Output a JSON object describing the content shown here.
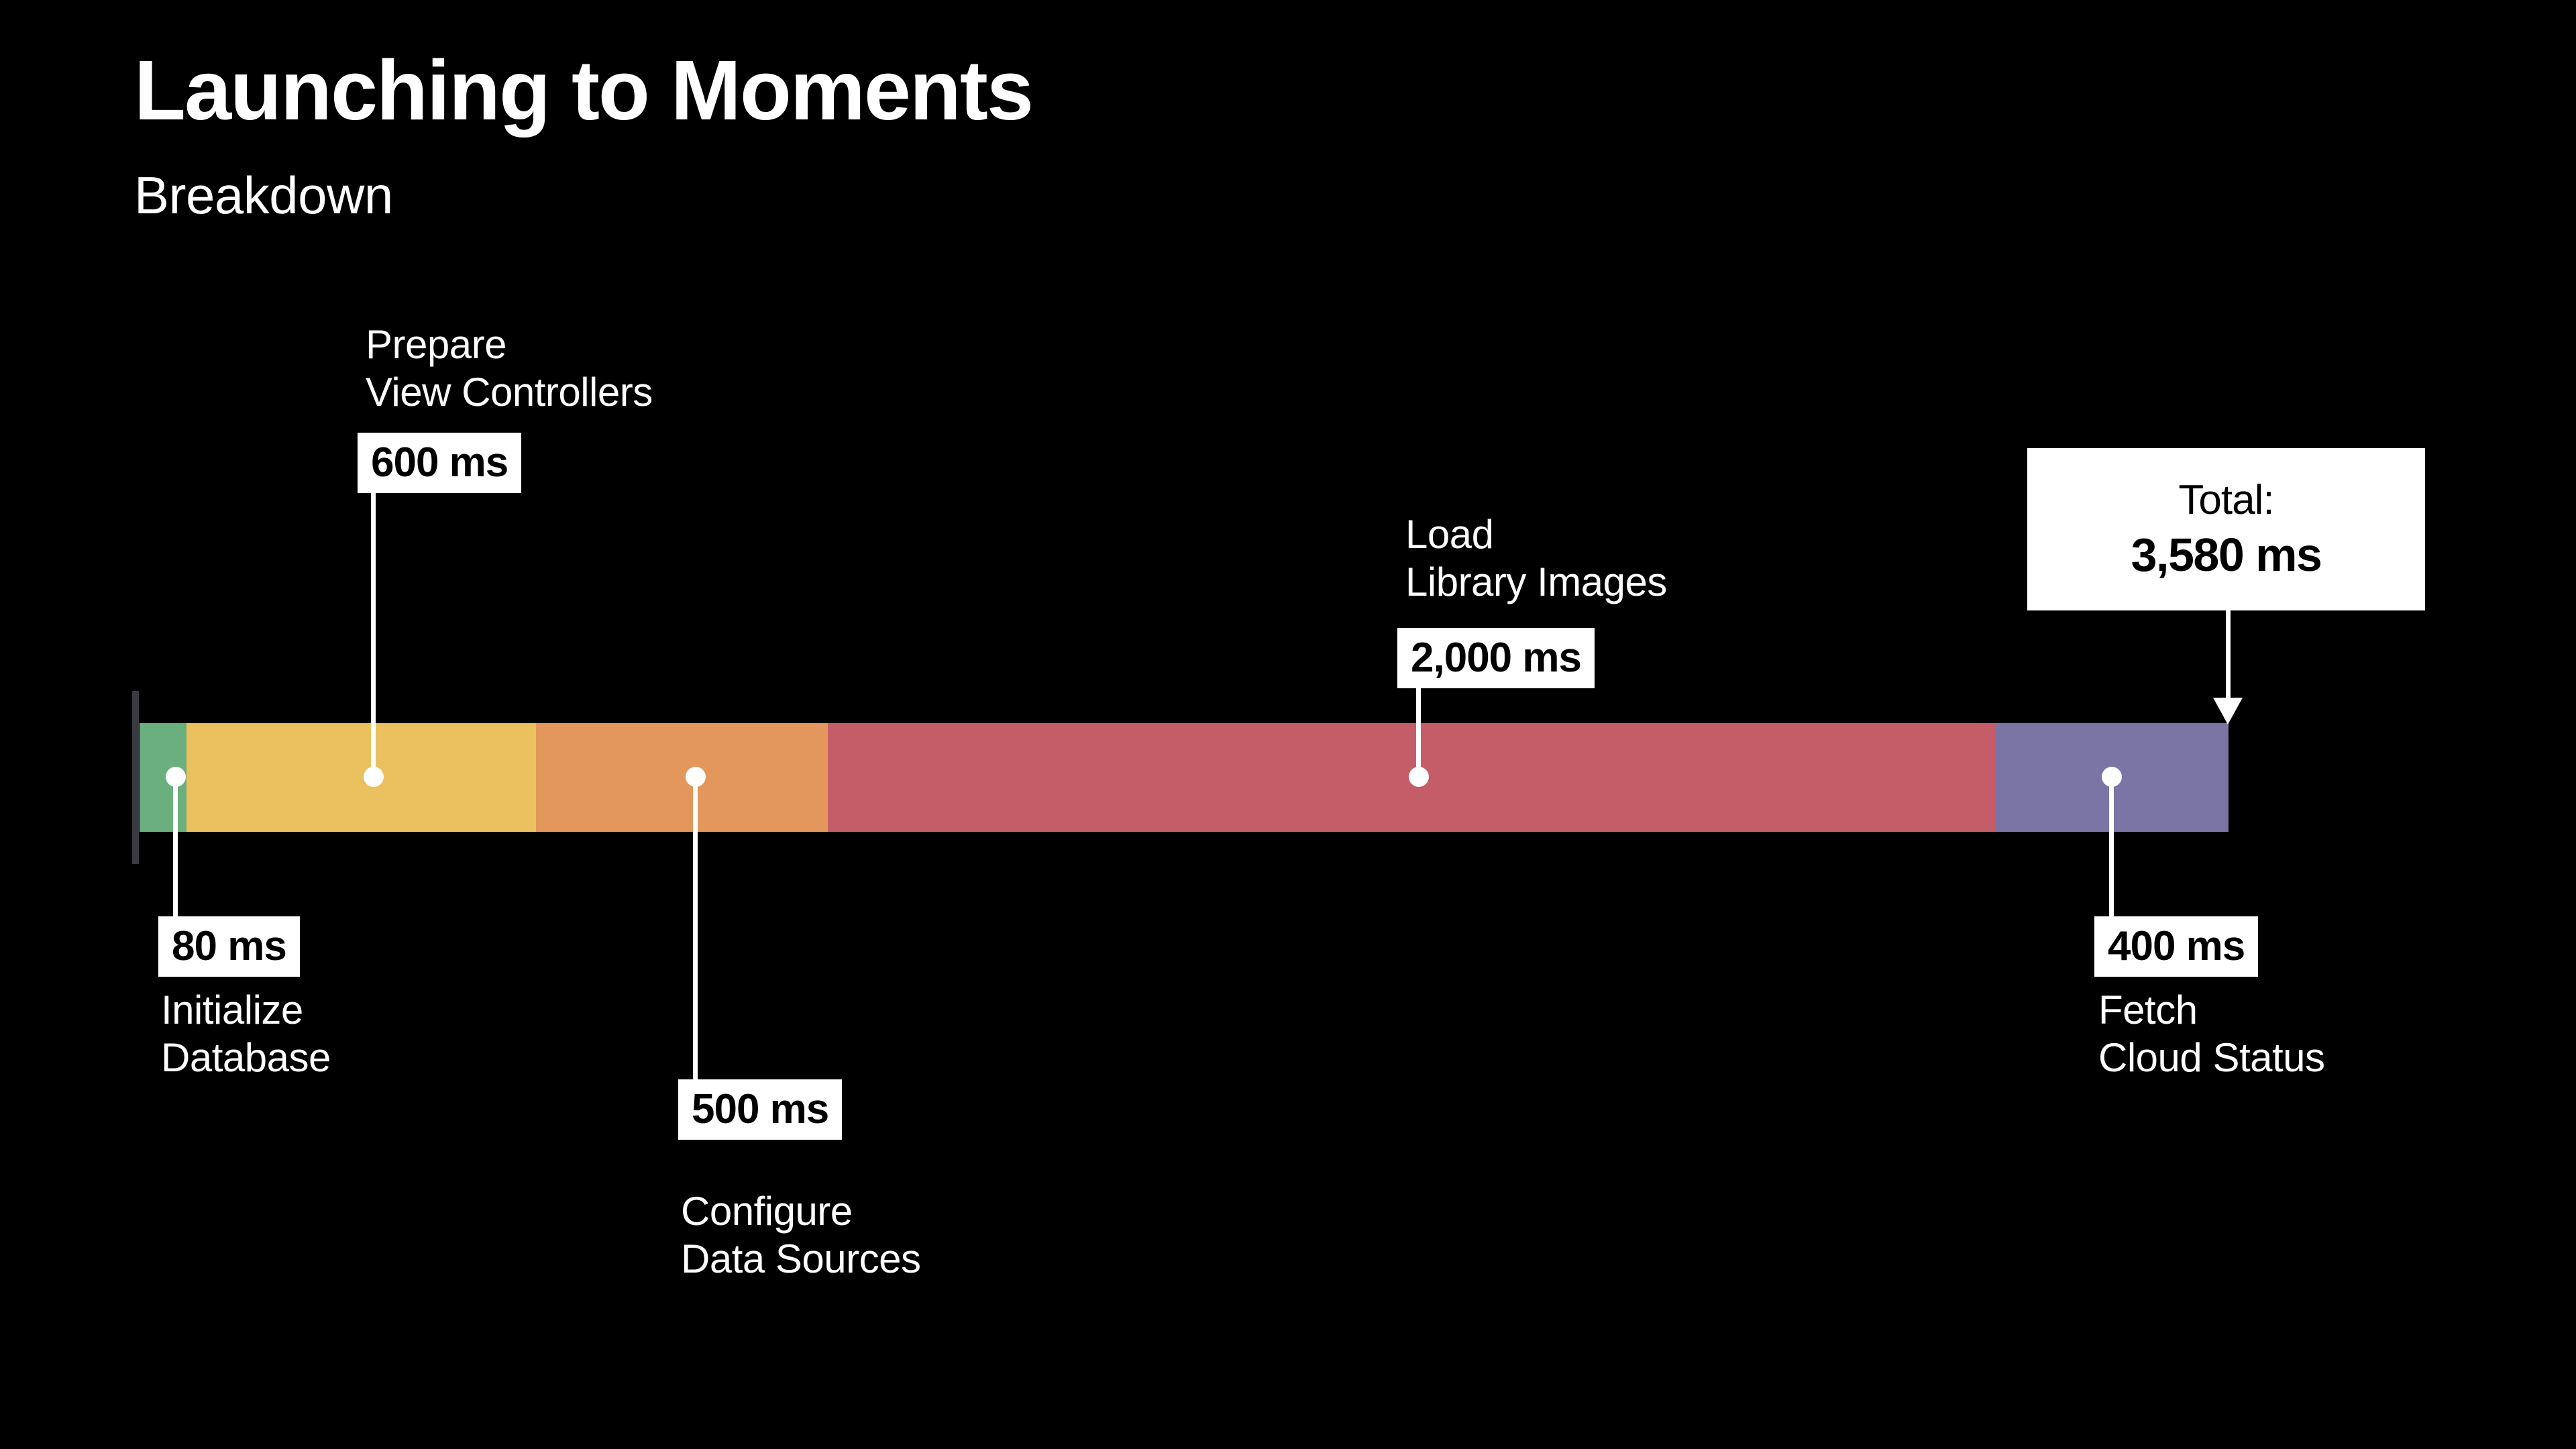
{
  "header": {
    "title": "Launching to Moments",
    "subtitle": "Breakdown"
  },
  "total": {
    "label": "Total:",
    "value": "3,580 ms"
  },
  "chart_data": {
    "type": "bar",
    "orientation": "horizontal-stacked",
    "title": "Launching to Moments",
    "subtitle": "Breakdown",
    "unit": "ms",
    "xlabel": "",
    "ylabel": "",
    "total_label": "Total:",
    "total_value": 3580,
    "total_value_text": "3,580 ms",
    "xlim": [
      0,
      3580
    ],
    "grid": false,
    "legend": "none",
    "categories": [
      "Initialize Database",
      "Prepare View Controllers",
      "Configure Data Sources",
      "Load Library Images",
      "Fetch Cloud Status"
    ],
    "values": [
      80,
      600,
      500,
      2000,
      400
    ],
    "value_labels": [
      "80 ms",
      "600 ms",
      "500 ms",
      "2,000 ms",
      "400 ms"
    ],
    "colors": [
      "#6BAF7E",
      "#EBC05E",
      "#E3975C",
      "#C55D68",
      "#7B75A6"
    ],
    "segments": [
      {
        "name": "Initialize Database",
        "caption_line1": "Initialize",
        "caption_line2": "Database",
        "value": 80,
        "value_label": "80 ms",
        "color": "#6BAF7E",
        "callout_side": "below"
      },
      {
        "name": "Prepare View Controllers",
        "caption_line1": "Prepare",
        "caption_line2": "View Controllers",
        "value": 600,
        "value_label": "600 ms",
        "color": "#EBC05E",
        "callout_side": "above"
      },
      {
        "name": "Configure Data Sources",
        "caption_line1": "Configure",
        "caption_line2": "Data Sources",
        "value": 500,
        "value_label": "500 ms",
        "color": "#E3975C",
        "callout_side": "below"
      },
      {
        "name": "Load Library Images",
        "caption_line1": "Load",
        "caption_line2": "Library Images",
        "value": 2000,
        "value_label": "2,000 ms",
        "color": "#C55D68",
        "callout_side": "above"
      },
      {
        "name": "Fetch Cloud Status",
        "caption_line1": "Fetch",
        "caption_line2": "Cloud Status",
        "value": 400,
        "value_label": "400 ms",
        "color": "#7B75A6",
        "callout_side": "below"
      }
    ]
  },
  "theme": {
    "background": "#000000",
    "foreground": "#FFFFFF",
    "axis_tick": "#3A3A42"
  }
}
